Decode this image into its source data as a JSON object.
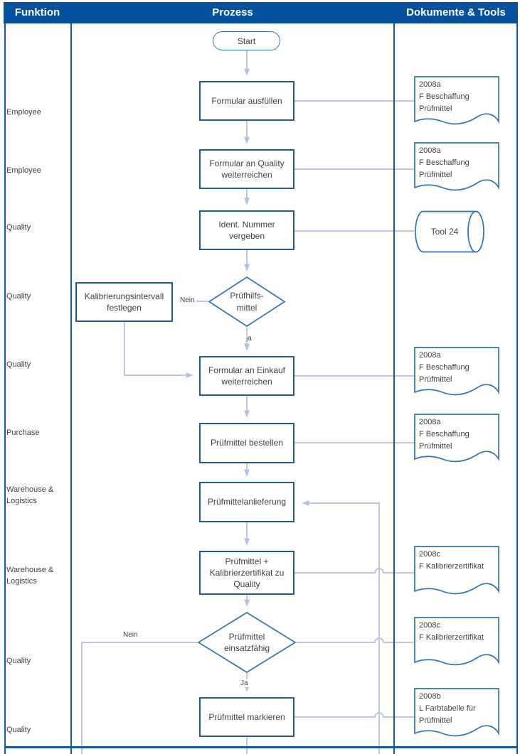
{
  "header": {
    "columns": [
      "Funktion",
      "Prozess",
      "Dokumente & Tools"
    ]
  },
  "lanes": [
    "Employee",
    "Employee",
    "Quality",
    "Quality",
    "Quality",
    "Purchase",
    "Warehouse & Logistics",
    "Warehouse & Logistics",
    "Quality",
    "Quality"
  ],
  "nodes": {
    "start": "Start",
    "fill_form": "Formular ausfüllen",
    "form_to_quality": "Formular an Quality\nweiterreichen",
    "assign_id": "Ident. Nummer\nvergeben",
    "decision_aid": "Prüfhilfs-\nmittel",
    "set_interval": "Kalibrierungsintervall\nfestlegen",
    "form_to_purchasing": "Formular an Einkauf\nweiterreichen",
    "order": "Prüfmittel bestellen",
    "delivery": "Prüfmittelanlieferung",
    "handover": "Prüfmittel +\nKalibrierzertifikat zu\nQuality",
    "decision_usable": "Prüfmittel\neinsatzfähig",
    "mark": "Prüfmittel markieren"
  },
  "edge_labels": {
    "no1": "Nein",
    "yes1": "ja",
    "no2": "Nein",
    "yes2": "Ja"
  },
  "documents": [
    {
      "text": "2008a\nF Beschaffung\nPrüfmittel"
    },
    {
      "text": "2008a\nF Beschaffung\nPrüfmittel"
    },
    {
      "text": "2008a\nF Beschaffung\nPrüfmittel"
    },
    {
      "text": "2008a\nF Beschaffung\nPrüfmittel"
    },
    {
      "text": "2008c\nF Kalibrierzertifikat"
    },
    {
      "text": "2008c\nF Kalibrierzertifikat"
    },
    {
      "text": "2008b\nL Farbtabelle für\nPrüfmittel"
    }
  ],
  "tools": {
    "database": "Tool 24"
  },
  "colors": {
    "header_bar": "#0551A0",
    "table_border": "#1459A8",
    "shape_border": "#2E74B5",
    "process_border": "#215A96",
    "connector": "#B4BFE6",
    "text": "#3F3F3F"
  }
}
